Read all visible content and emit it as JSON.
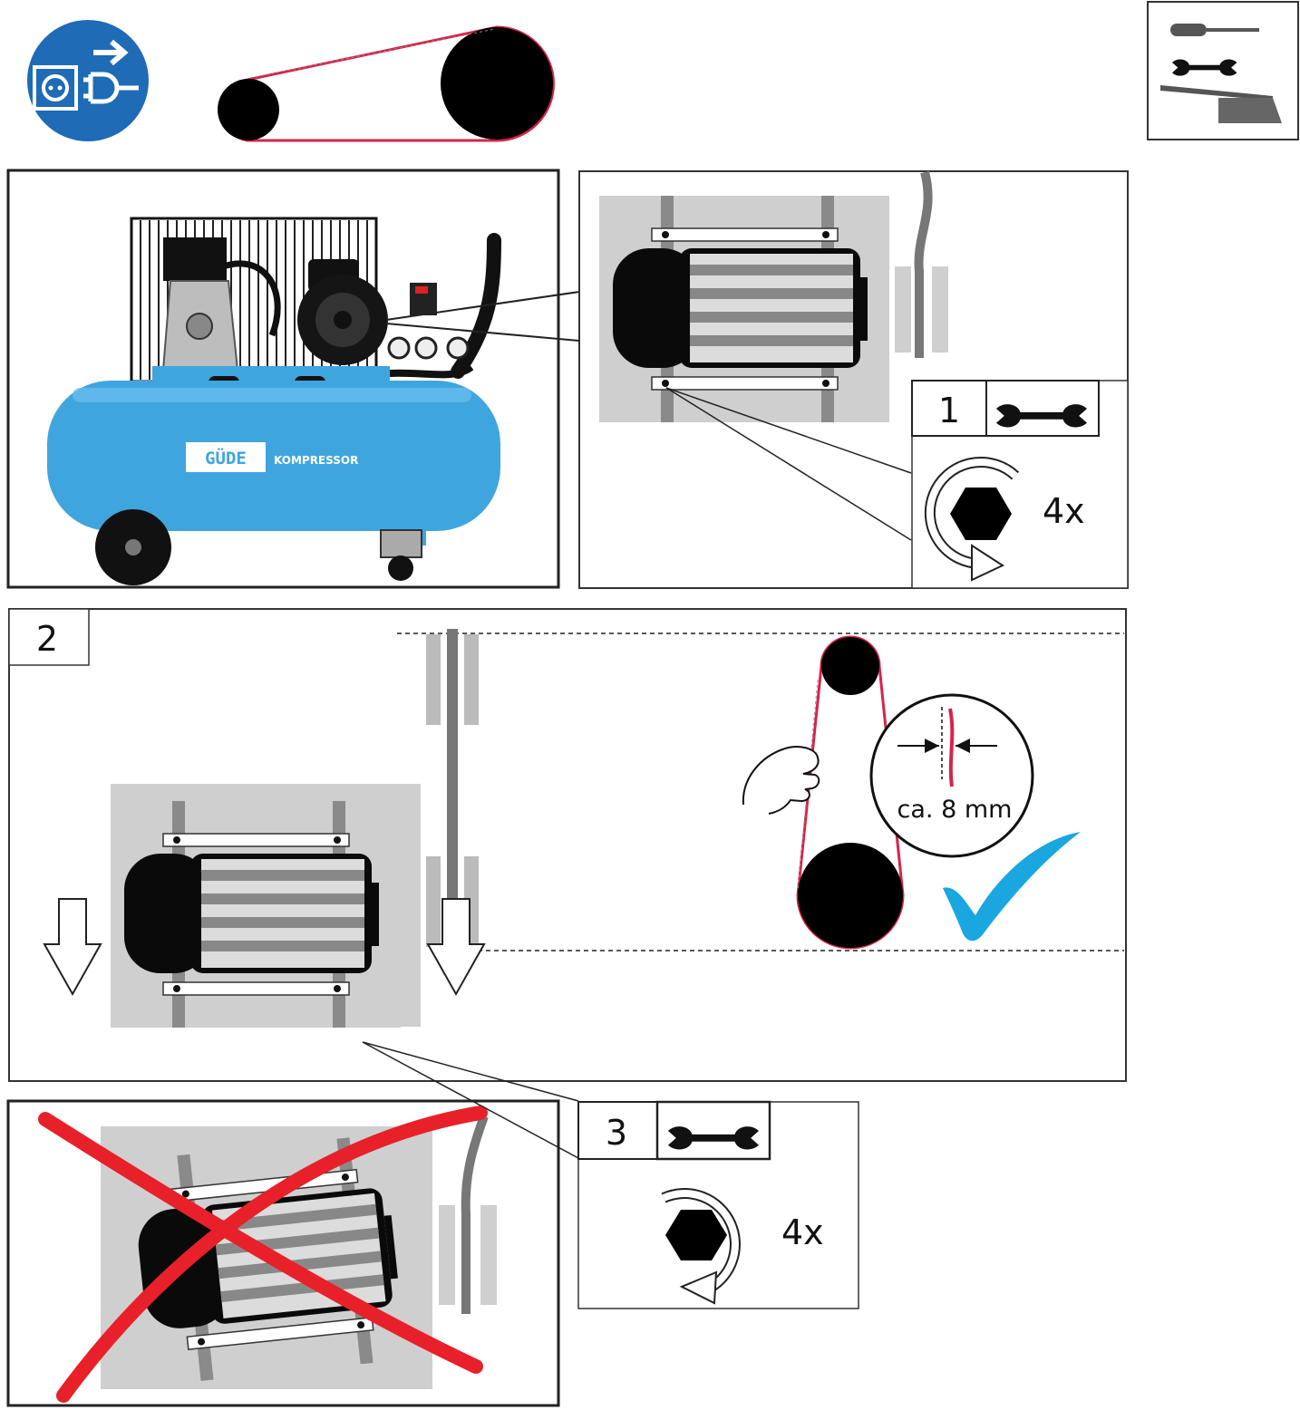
{
  "brand": {
    "logo_text": "GÜDE",
    "product_text": "KOMPRESSOR"
  },
  "steps": [
    {
      "number": "1",
      "repeat": "4x",
      "direction": "counterclockwise"
    },
    {
      "number": "2"
    },
    {
      "number": "3",
      "repeat": "4x",
      "direction": "clockwise"
    }
  ],
  "belt_check": {
    "deflection_label": "ca. 8 mm",
    "result": "correct"
  },
  "colors": {
    "sign_blue": "#1f6bb5",
    "belt_red": "#d8234a",
    "tank_blue": "#3fa5df",
    "check_blue": "#1aa7e0",
    "cross_red": "#e8202a",
    "panel_gray": "#c9c9c9",
    "rail_gray": "#8a8a8a"
  },
  "icons": [
    "unplug-mandatory-icon",
    "belt-drive-icon",
    "screwdriver-icon",
    "wrench-icon",
    "brush-icon",
    "hex-nut-icon",
    "rotate-arrow-icon",
    "hand-icon",
    "checkmark-icon",
    "cross-icon",
    "down-arrow-icon"
  ]
}
